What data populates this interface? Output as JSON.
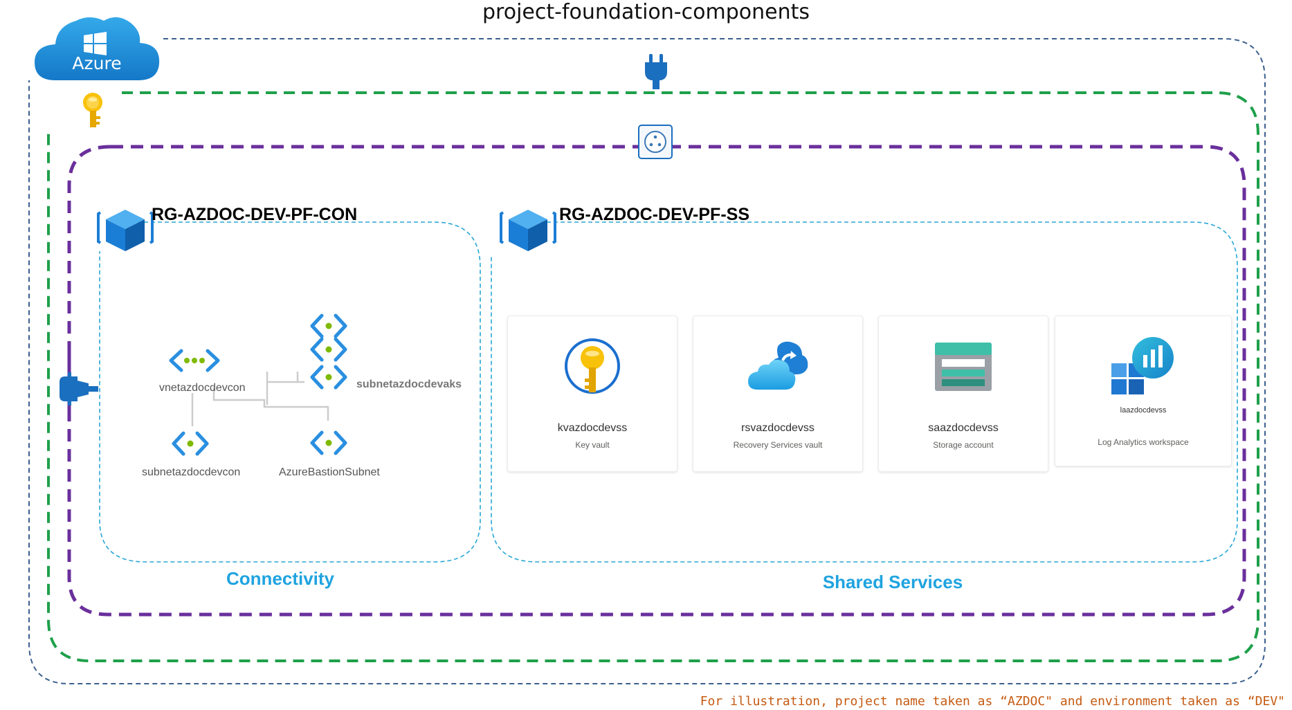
{
  "title": "project-foundation-components",
  "azure_label": "Azure",
  "resource_groups": [
    {
      "name": "RG-AZDOC-DEV-PF-CON",
      "label": "Connectivity",
      "network": {
        "vnet": "vnetazdocdevcon",
        "subnets": [
          "subnetazdocdevaks",
          "subnetazdocdevcon",
          "AzureBastionSubnet"
        ]
      }
    },
    {
      "name": "RG-AZDOC-DEV-PF-SS",
      "label": "Shared Services",
      "resources": [
        {
          "name": "kvazdocdevss",
          "type": "Key vault",
          "icon": "key-vault-icon"
        },
        {
          "name": "rsvazdocdevss",
          "type": "Recovery Services vault",
          "icon": "recovery-services-vault-icon"
        },
        {
          "name": "saazdocdevss",
          "type": "Storage account",
          "icon": "storage-account-icon"
        },
        {
          "name": "laazdocdevss",
          "type": "Log Analytics workspace",
          "icon": "log-analytics-workspace-icon"
        }
      ]
    }
  ],
  "footnote": "For illustration, project name taken as “AZDOC\" and environment taken as “DEV\"",
  "colors": {
    "azure_blue": "#1f8fd7",
    "outer_dashed": "#3a5f8e",
    "green_dashed": "#1ea04a",
    "purple_dashed": "#6a2f9c",
    "rg_dashed": "#28a7d6",
    "label_blue": "#1fa3e0",
    "footnote": "#c55a11"
  },
  "icons": [
    "cloud-icon",
    "windows-logo-icon",
    "key-icon",
    "plug-icon",
    "power-socket-icon",
    "resource-group-icon",
    "vnet-icon",
    "subnet-icon"
  ]
}
